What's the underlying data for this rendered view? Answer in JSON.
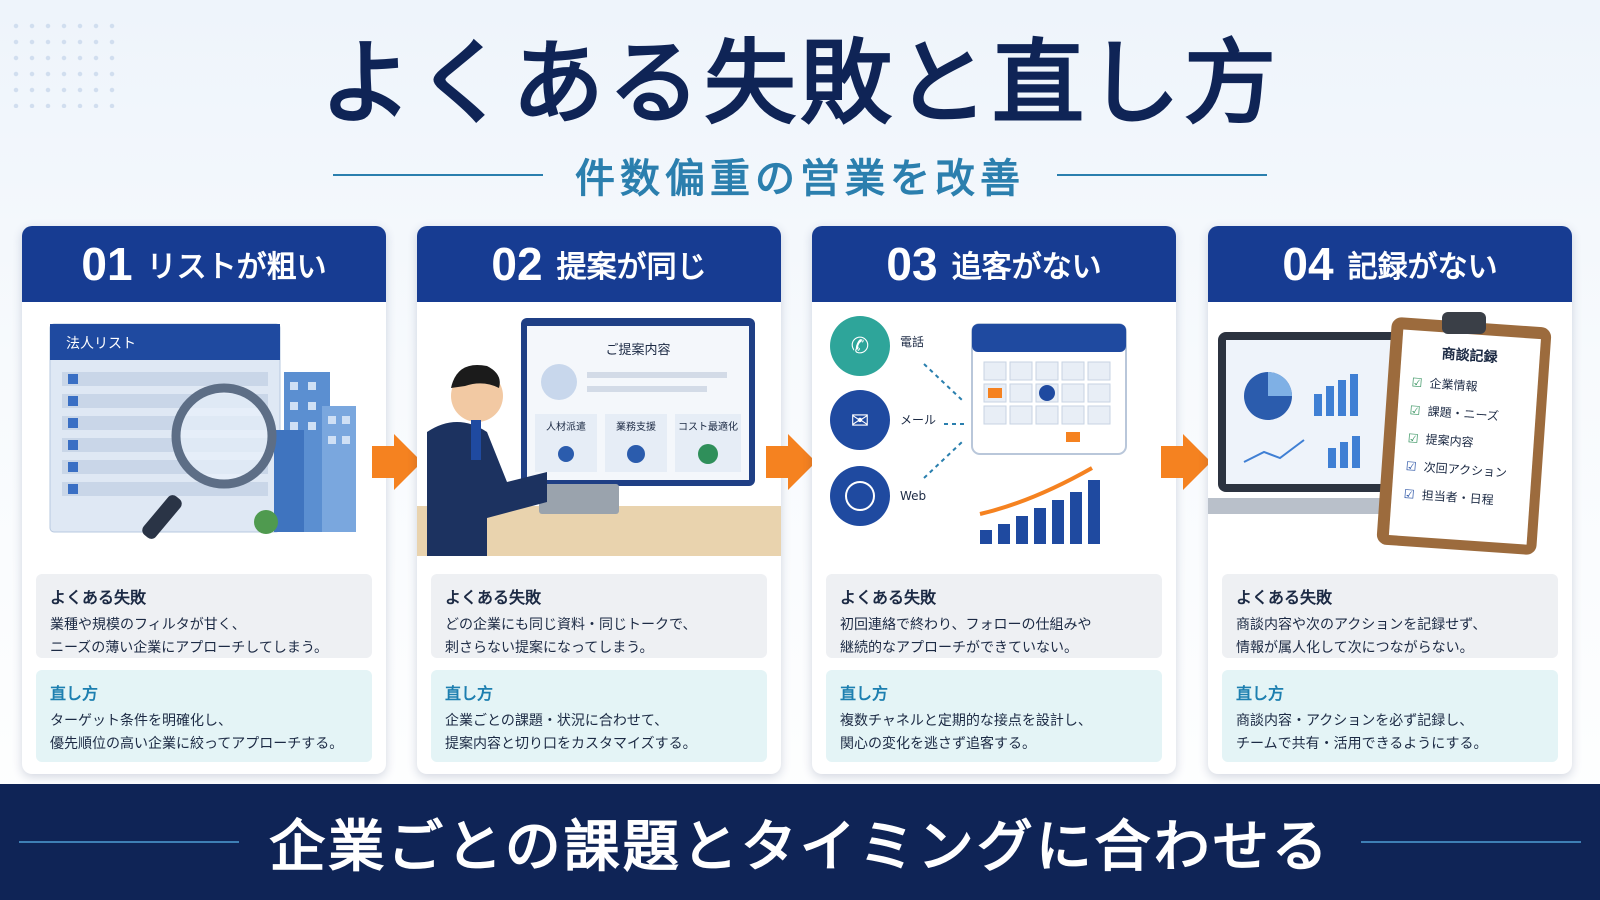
{
  "title": "よくある失敗と直し方",
  "subtitle": "件数偏重の営業を改善",
  "fail_heading": "よくある失敗",
  "fix_heading": "直し方",
  "cards": [
    {
      "num": "01",
      "title": "リストが粗い",
      "illus_label": "法人リスト",
      "fail_lines": [
        "業種や規模のフィルタが甘く、",
        "ニーズの薄い企業にアプローチしてしまう。"
      ],
      "fix_lines": [
        "ターゲット条件を明確化し、",
        "優先順位の高い企業に絞ってアプローチする。"
      ]
    },
    {
      "num": "02",
      "title": "提案が同じ",
      "illus_label": "ご提案内容",
      "illus_items": [
        "人材派遣",
        "業務支援",
        "コスト最適化"
      ],
      "fail_lines": [
        "どの企業にも同じ資料・同じトークで、",
        "刺さらない提案になってしまう。"
      ],
      "fix_lines": [
        "企業ごとの課題・状況に合わせて、",
        "提案内容と切り口をカスタマイズする。"
      ]
    },
    {
      "num": "03",
      "title": "追客がない",
      "illus_channels": [
        "電話",
        "メール",
        "Web"
      ],
      "fail_lines": [
        "初回連絡で終わり、フォローの仕組みや",
        "継続的なアプローチができていない。"
      ],
      "fix_lines": [
        "複数チャネルと定期的な接点を設計し、",
        "関心の変化を逃さず追客する。"
      ]
    },
    {
      "num": "04",
      "title": "記録がない",
      "illus_label": "商談記録",
      "illus_checks": [
        "企業情報",
        "課題・ニーズ",
        "提案内容",
        "次回アクション",
        "担当者・日程"
      ],
      "fail_lines": [
        "商談内容や次のアクションを記録せず、",
        "情報が属人化して次につながらない。"
      ],
      "fix_lines": [
        "商談内容・アクションを必ず記録し、",
        "チームで共有・活用できるようにする。"
      ]
    }
  ],
  "footer": "企業ごとの課題とタイミングに合わせる",
  "colors": {
    "navy": "#0f2456",
    "card_head": "#173c92",
    "accent": "#f58220",
    "teal": "#2b7fae"
  }
}
